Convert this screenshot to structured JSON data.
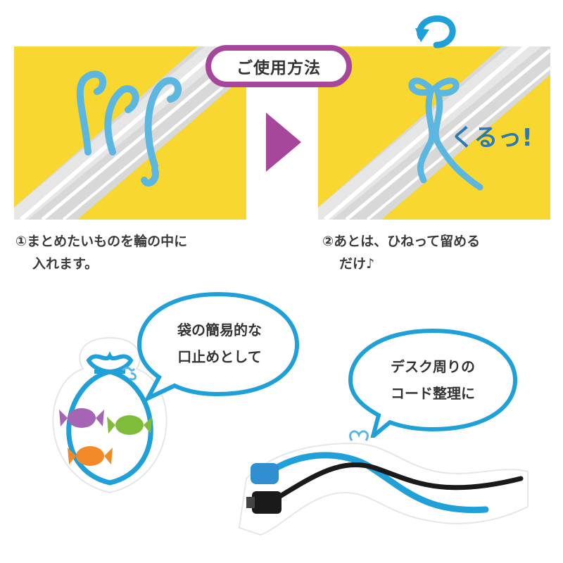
{
  "title": "ご使用方法",
  "step1": {
    "line1": "①まとめたいものを輪の中に",
    "line2": "入れます。"
  },
  "step2": {
    "line1": "②あとは、ひねって留める",
    "line2": "だけ♪",
    "exclaim": "くるっ!"
  },
  "bubble_bag": {
    "line1": "袋の簡易的な",
    "line2": "口止めとして"
  },
  "bubble_cable": {
    "line1": "デスク周りの",
    "line2": "コード整理に"
  },
  "colors": {
    "yellow": "#f7d730",
    "purple": "#a6479b",
    "tie_blue": "#5bb7df",
    "bubble_blue": "#1fa0d8",
    "text": "#333333"
  }
}
